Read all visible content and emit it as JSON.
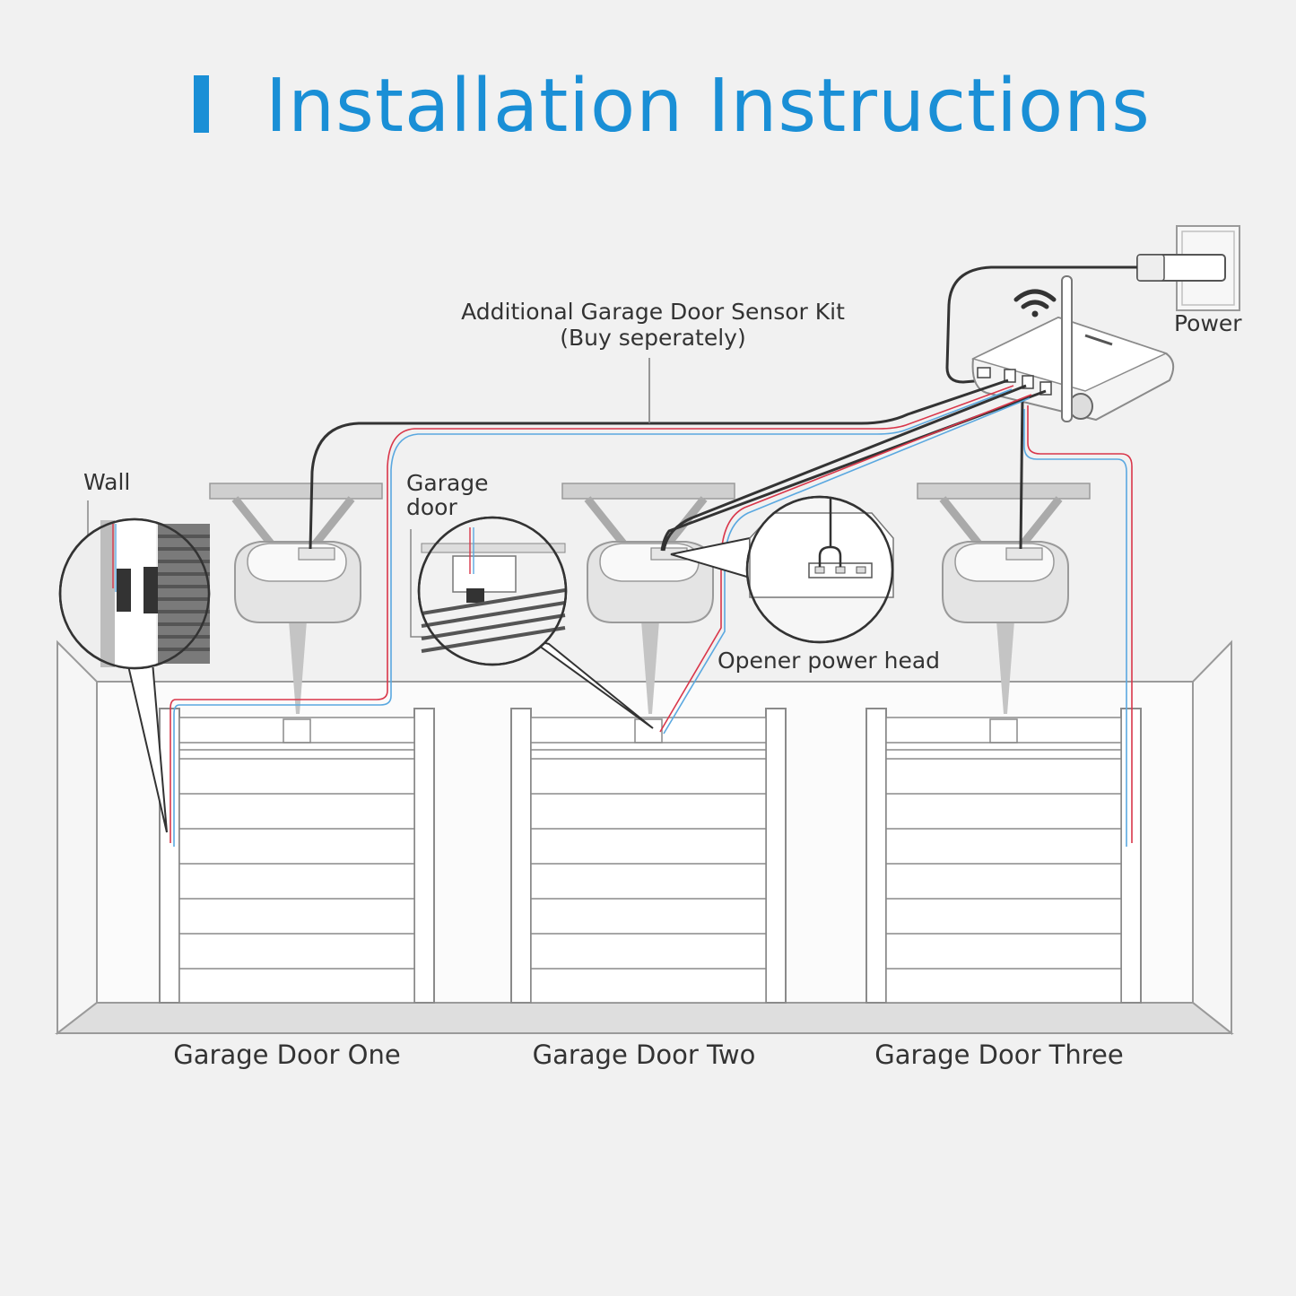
{
  "title": "Installation Instructions",
  "labels": {
    "sensor_kit_line1": "Additional Garage Door Sensor Kit",
    "sensor_kit_line2": "(Buy seperately)",
    "power": "Power",
    "wall": "Wall",
    "garage_door_line1": "Garage",
    "garage_door_line2": "door",
    "opener_power_head": "Opener power head"
  },
  "doors": [
    {
      "name": "Garage Door One"
    },
    {
      "name": "Garage Door Two"
    },
    {
      "name": "Garage Door Three"
    }
  ],
  "colors": {
    "accent": "#1a8fd6",
    "wire_dark": "#333333",
    "wire_red": "#d9364a",
    "wire_blue": "#5aa8e0"
  }
}
